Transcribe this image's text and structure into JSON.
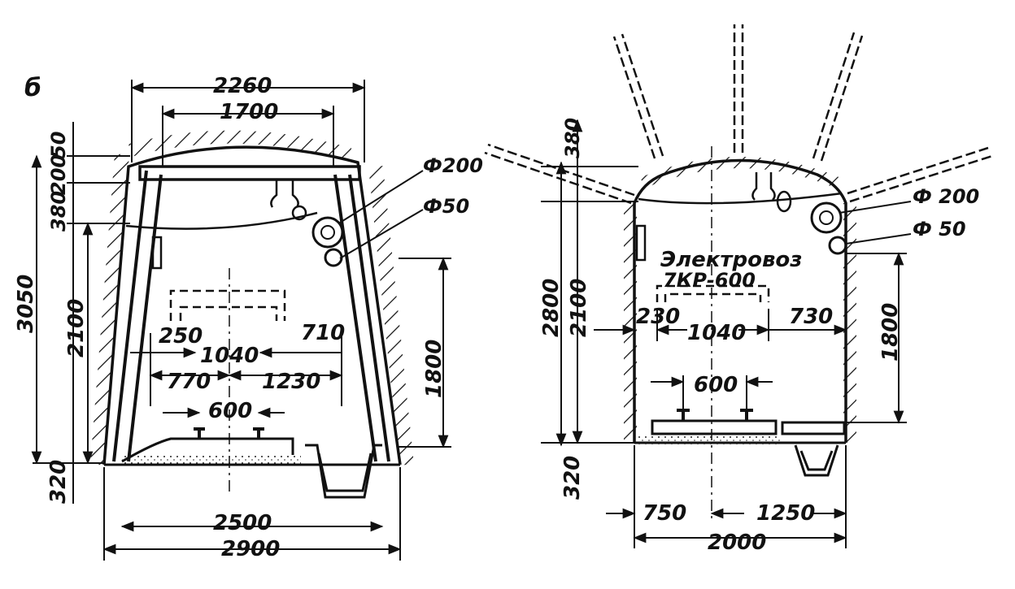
{
  "left_figure": {
    "letter": "б",
    "dims": {
      "top_outer": "2260",
      "top_inner": "1700",
      "h_50": "50",
      "h_200": "200",
      "h_380": "380",
      "h_3050": "3050",
      "h_2100": "2100",
      "h_1800": "1800",
      "h_320": "320",
      "w_250": "250",
      "w_1040": "1040",
      "w_710": "710",
      "w_770": "770",
      "w_1230": "1230",
      "w_600": "600",
      "bottom_inner": "2500",
      "bottom_outer": "2900"
    },
    "pipe_labels": {
      "large": "Ф200",
      "small": "Ф50"
    }
  },
  "right_figure": {
    "locomotive_line1": "Электровоз",
    "locomotive_line2": "7КР-600",
    "dims": {
      "h_380": "380",
      "h_2800": "2800",
      "h_2100": "2100",
      "h_1800": "1800",
      "h_320": "320",
      "w_230": "230",
      "w_1040": "1040",
      "w_730": "730",
      "w_600": "600",
      "w_750": "750",
      "w_1250": "1250",
      "w_2000": "2000"
    },
    "pipe_labels": {
      "large": "Ф 200",
      "small": "Ф 50"
    }
  },
  "colors": {
    "ink": "#111111",
    "paper": "#ffffff"
  }
}
